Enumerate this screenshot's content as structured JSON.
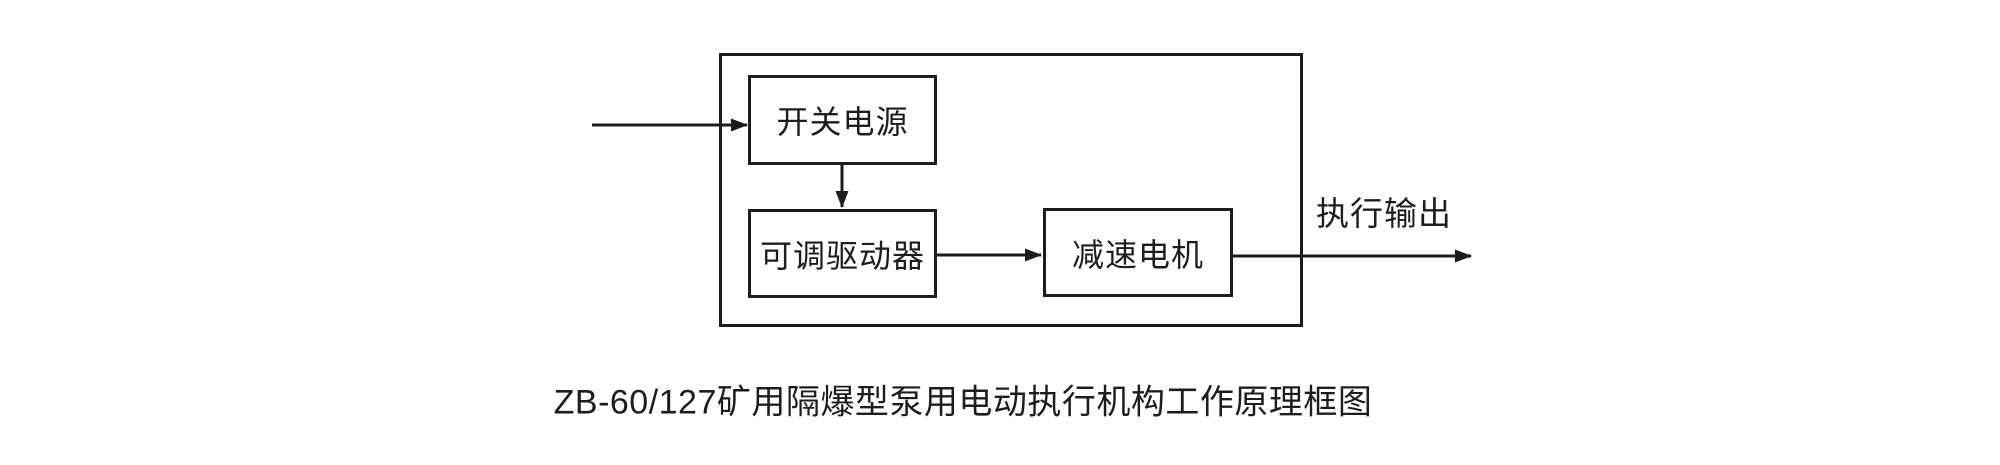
{
  "diagram": {
    "blocks": {
      "switch_power": {
        "label": "开关电源"
      },
      "adjustable_driver": {
        "label": "可调驱动器"
      },
      "gear_motor": {
        "label": "减速电机"
      }
    },
    "output_label": "执行输出",
    "caption": "ZB-60/127矿用隔爆型泵用电动执行机构工作原理框图",
    "colors": {
      "line": "#1d1d1d",
      "text": "#1d1d1d",
      "background": "#ffffff"
    }
  }
}
